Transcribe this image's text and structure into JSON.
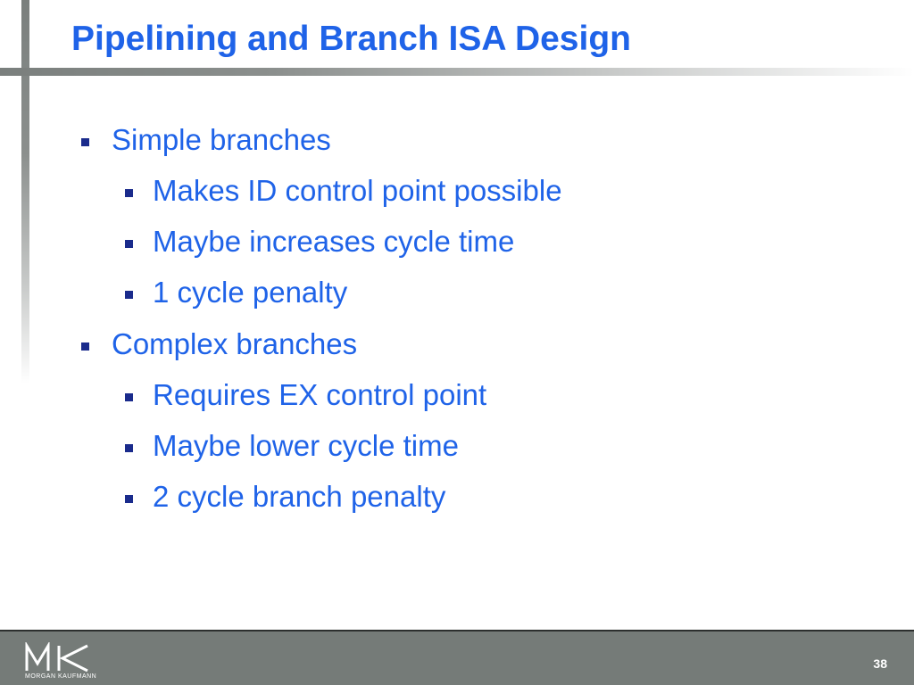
{
  "slide": {
    "title": "Pipelining and Branch ISA Design",
    "items": [
      {
        "level": 1,
        "text": "Simple branches"
      },
      {
        "level": 2,
        "text": "Makes ID control point possible"
      },
      {
        "level": 2,
        "text": "Maybe increases cycle time"
      },
      {
        "level": 2,
        "text": "1 cycle penalty"
      },
      {
        "level": 1,
        "text": "Complex branches"
      },
      {
        "level": 2,
        "text": "Requires EX control point"
      },
      {
        "level": 2,
        "text": "Maybe lower cycle time"
      },
      {
        "level": 2,
        "text": "2 cycle branch penalty"
      }
    ]
  },
  "footer": {
    "logo_text": "MORGAN KAUFMANN",
    "page_number": "38"
  },
  "colors": {
    "title": "#1f63e8",
    "text": "#1f63e8",
    "bullet": "#1a2b8c",
    "footer": "#757b78"
  }
}
